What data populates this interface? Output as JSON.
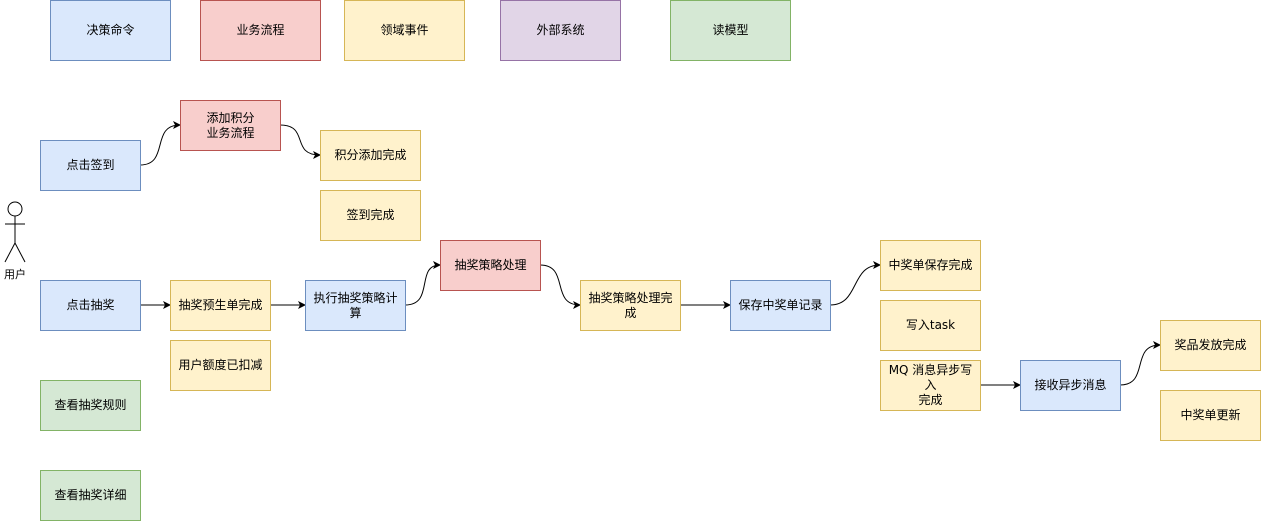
{
  "legend": {
    "command": "决策命令",
    "process": "业务流程",
    "event": "领域事件",
    "external": "外部系统",
    "read_model": "读模型"
  },
  "actor": {
    "label": "用户"
  },
  "nodes": {
    "click_checkin": "点击签到",
    "add_points_process": "添加积分\n业务流程",
    "points_added": "积分添加完成",
    "checkin_done": "签到完成",
    "click_draw": "点击抽奖",
    "draw_preorder_done": "抽奖预生单完成",
    "quota_deducted": "用户额度已扣减",
    "view_rules": "查看抽奖规则",
    "view_details": "查看抽奖详细",
    "exec_strategy": "执行抽奖策略计算",
    "strategy_process": "抽奖策略处理",
    "strategy_done": "抽奖策略处理完成",
    "save_win_record": "保存中奖单记录",
    "win_order_saved": "中奖单保存完成",
    "task_written": "写入task",
    "mq_written": "MQ 消息异步写入\n完成",
    "receive_async": "接收异步消息",
    "prize_issued": "奖品发放完成",
    "win_order_updated": "中奖单更新"
  }
}
